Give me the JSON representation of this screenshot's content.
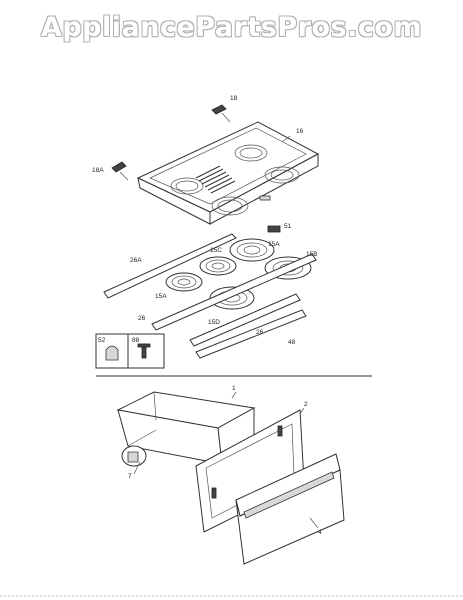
{
  "watermark": "AppliancePartsPros.com",
  "labels": {
    "l1": "1",
    "l2": "2",
    "l4": "4",
    "l7": "7",
    "l16": "16",
    "l18": "18",
    "l18A": "18A",
    "l51": "51",
    "l15A_top": "15A",
    "l15A_left": "15A",
    "l15B": "15B",
    "l15C": "15C",
    "l15D": "15D",
    "l26A": "26A",
    "l26_left": "26",
    "l26_right": "26",
    "l48": "48",
    "l52": "52",
    "l88": "88"
  }
}
